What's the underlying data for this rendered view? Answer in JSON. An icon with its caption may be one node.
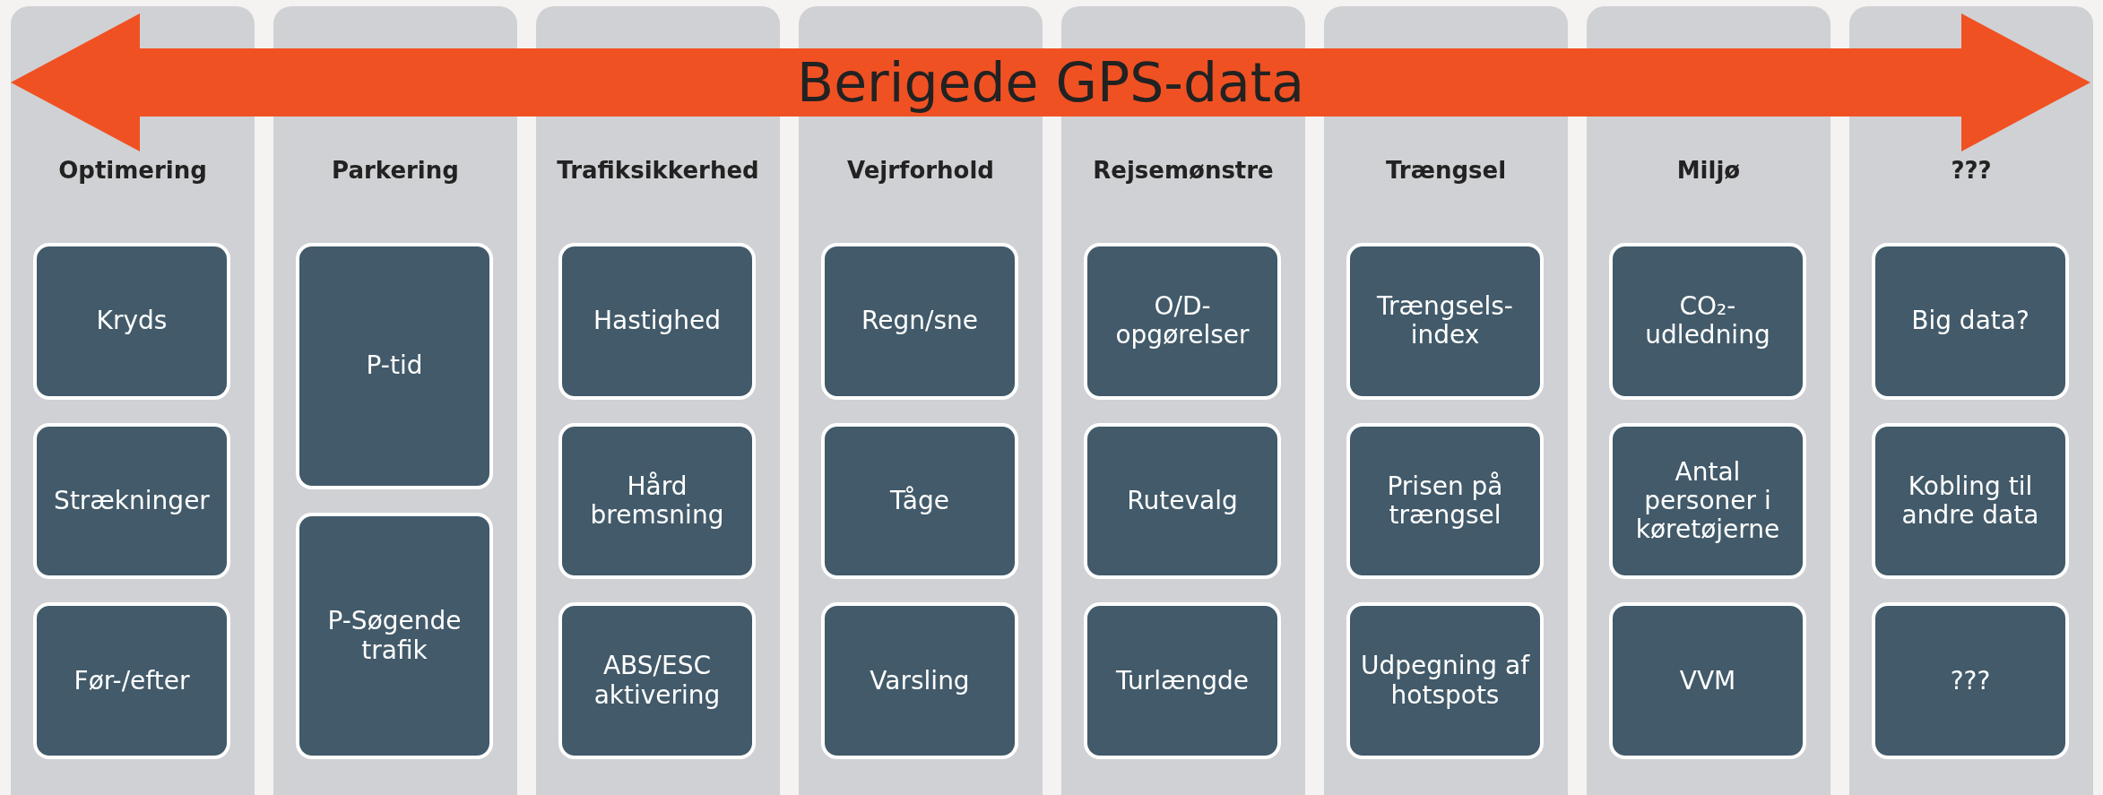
{
  "diagram": {
    "nodes": [
      {
        "text": [
          "Berigede GPS-data"
        ]
      },
      {
        "text": [
          "Optimering"
        ]
      },
      {
        "text": [
          "Kryds"
        ],
        "in": 1
      },
      {
        "text": [
          "Strækninger"
        ],
        "in": 1
      },
      {
        "text": [
          "Før-/efter"
        ],
        "in": 1
      },
      {
        "text": [
          "Parkering"
        ]
      },
      {
        "text": [
          "P-tid"
        ],
        "in": 5
      },
      {
        "text": [
          "P-Søgende trafik"
        ],
        "in": 5
      },
      {
        "text": [
          "Trafiksikkerhed"
        ]
      },
      {
        "text": [
          "Hastighed"
        ],
        "in": 8
      },
      {
        "text": [
          "Hård bremsning"
        ],
        "in": 8
      },
      {
        "text": [
          "ABS/ESC aktivering"
        ],
        "in": 8
      },
      {
        "text": [
          "Vejrforhold"
        ]
      },
      {
        "text": [
          "Regn/sne"
        ],
        "in": 12
      },
      {
        "text": [
          "Tåge"
        ],
        "in": 12
      },
      {
        "text": [
          "Varsling"
        ],
        "in": 12
      },
      {
        "text": [
          "Rejsemønstre"
        ]
      },
      {
        "text": [
          "O/D-opgørelser"
        ],
        "in": 16
      },
      {
        "text": [
          "Rutevalg"
        ],
        "in": 16
      },
      {
        "text": [
          "Turlængde"
        ],
        "in": 16
      },
      {
        "text": [
          "Trængsel"
        ]
      },
      {
        "text": [
          "Trængsels-index"
        ],
        "in": 20
      },
      {
        "text": [
          "Prisen på trængsel"
        ],
        "in": 20
      },
      {
        "text": [
          "Udpegning af hotspots"
        ],
        "in": 20
      },
      {
        "text": [
          "Miljø"
        ]
      },
      {
        "text": [
          "CO₂-udledning"
        ],
        "in": 24
      },
      {
        "text": [
          "Antal personer i køretøjerne"
        ],
        "in": 24
      },
      {
        "text": [
          "VVM"
        ],
        "in": 24
      },
      {
        "text": [
          "???"
        ]
      },
      {
        "text": [
          "Big data?"
        ],
        "in": 28
      },
      {
        "text": [
          "Kobling til andre data"
        ],
        "in": 28
      },
      {
        "text": [
          "???"
        ],
        "in": 28
      }
    ],
    "edges": []
  }
}
